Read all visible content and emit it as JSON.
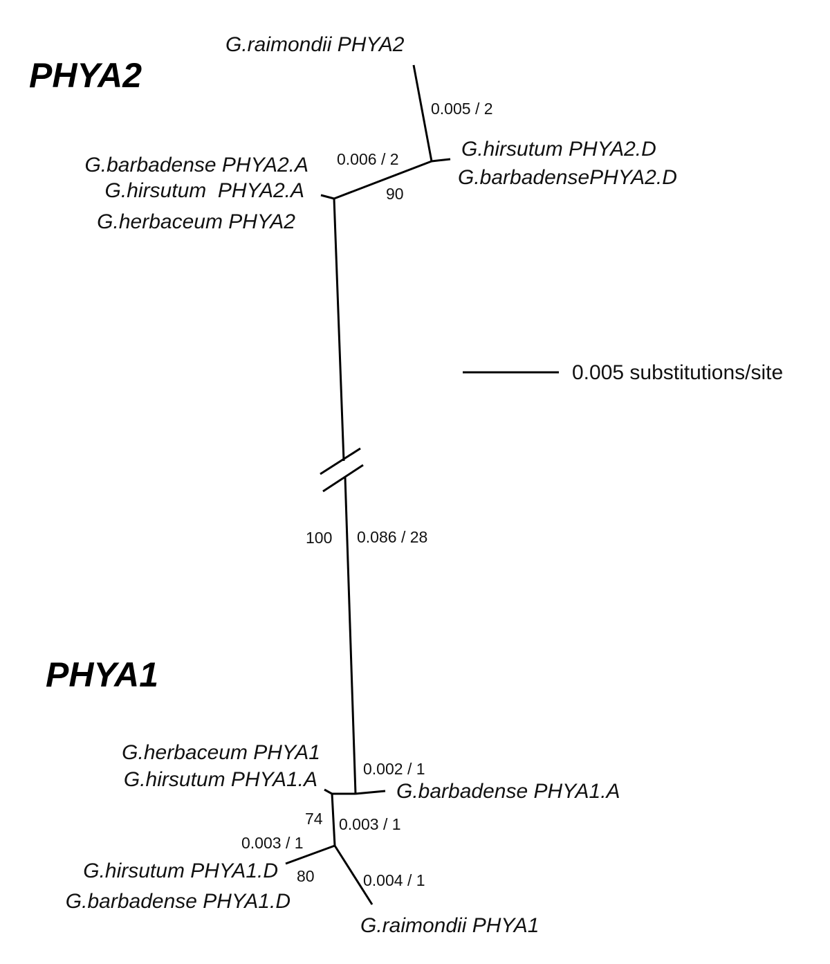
{
  "groups": {
    "phya2": "PHYA2",
    "phya1": "PHYA1"
  },
  "taxa": {
    "raimondii_phya2": "G.raimondii PHYA2",
    "hirsutum_phya2_d": "G.hirsutum PHYA2.D",
    "barbadense_phya2_d": "G.barbadensePHYA2.D",
    "barbadense_phya2_a": "G.barbadense PHYA2.A",
    "hirsutum_phya2_a": "G.hirsutum  PHYA2.A",
    "herbaceum_phya2": "G.herbaceum PHYA2",
    "herbaceum_phya1": "G.herbaceum PHYA1",
    "hirsutum_phya1_a": "G.hirsutum PHYA1.A",
    "barbadense_phya1_a": "G.barbadense PHYA1.A",
    "hirsutum_phya1_d": "G.hirsutum PHYA1.D",
    "barbadense_phya1_d": "G.barbadense PHYA1.D",
    "raimondii_phya1": "G.raimondii PHYA1"
  },
  "branch_labels": {
    "raimondii_phya2": "0.005 / 2",
    "phya2_d_clade": "0.006 / 2",
    "phya2_d_clade_support": "90",
    "main_support": "100",
    "main_branch": "0.086 / 28",
    "barbadense_phya1_a": "0.002 / 1",
    "phya1_d_clade_support": "74",
    "phya1_d_clade": "0.003 / 1",
    "phya1_d_pair": "0.003 / 1",
    "phya1_d_pair_support": "80",
    "raimondii_phya1": "0.004 / 1"
  },
  "scale_bar": {
    "label": "0.005 substitutions/site"
  },
  "colors": {
    "line": "#000000",
    "text": "#111111",
    "background": "#ffffff"
  }
}
